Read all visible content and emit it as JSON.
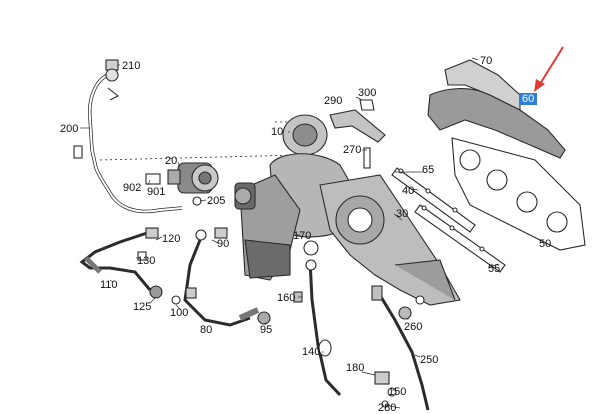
{
  "diagram": {
    "callouts": [
      {
        "id": "c210",
        "text": "210"
      },
      {
        "id": "c70",
        "text": "70"
      },
      {
        "id": "c60",
        "text": "60",
        "selected": true
      },
      {
        "id": "c290",
        "text": "290"
      },
      {
        "id": "c300",
        "text": "300"
      },
      {
        "id": "c200",
        "text": "200"
      },
      {
        "id": "c10",
        "text": "10"
      },
      {
        "id": "c270",
        "text": "270"
      },
      {
        "id": "c20",
        "text": "20"
      },
      {
        "id": "c902",
        "text": "902"
      },
      {
        "id": "c901",
        "text": "901"
      },
      {
        "id": "c205",
        "text": "205"
      },
      {
        "id": "c65",
        "text": "65"
      },
      {
        "id": "c40",
        "text": "40"
      },
      {
        "id": "c30",
        "text": "30"
      },
      {
        "id": "c50",
        "text": "50"
      },
      {
        "id": "c120",
        "text": "120"
      },
      {
        "id": "c90",
        "text": "90"
      },
      {
        "id": "c170",
        "text": "170"
      },
      {
        "id": "c130",
        "text": "130"
      },
      {
        "id": "c110",
        "text": "110"
      },
      {
        "id": "c55",
        "text": "55"
      },
      {
        "id": "c125",
        "text": "125"
      },
      {
        "id": "c100",
        "text": "100"
      },
      {
        "id": "c160",
        "text": "160"
      },
      {
        "id": "c260",
        "text": "260"
      },
      {
        "id": "c80",
        "text": "80"
      },
      {
        "id": "c95",
        "text": "95"
      },
      {
        "id": "c140",
        "text": "140"
      },
      {
        "id": "c250",
        "text": "250"
      },
      {
        "id": "c180",
        "text": "180"
      },
      {
        "id": "c150",
        "text": "150"
      },
      {
        "id": "c280",
        "text": "280"
      }
    ],
    "colors": {
      "line": "#2b2b2b",
      "part_fill": "#bdbdbd",
      "part_dark": "#6f6f6f",
      "highlight": "#2f7fd8",
      "arrow": "#e53935"
    }
  }
}
